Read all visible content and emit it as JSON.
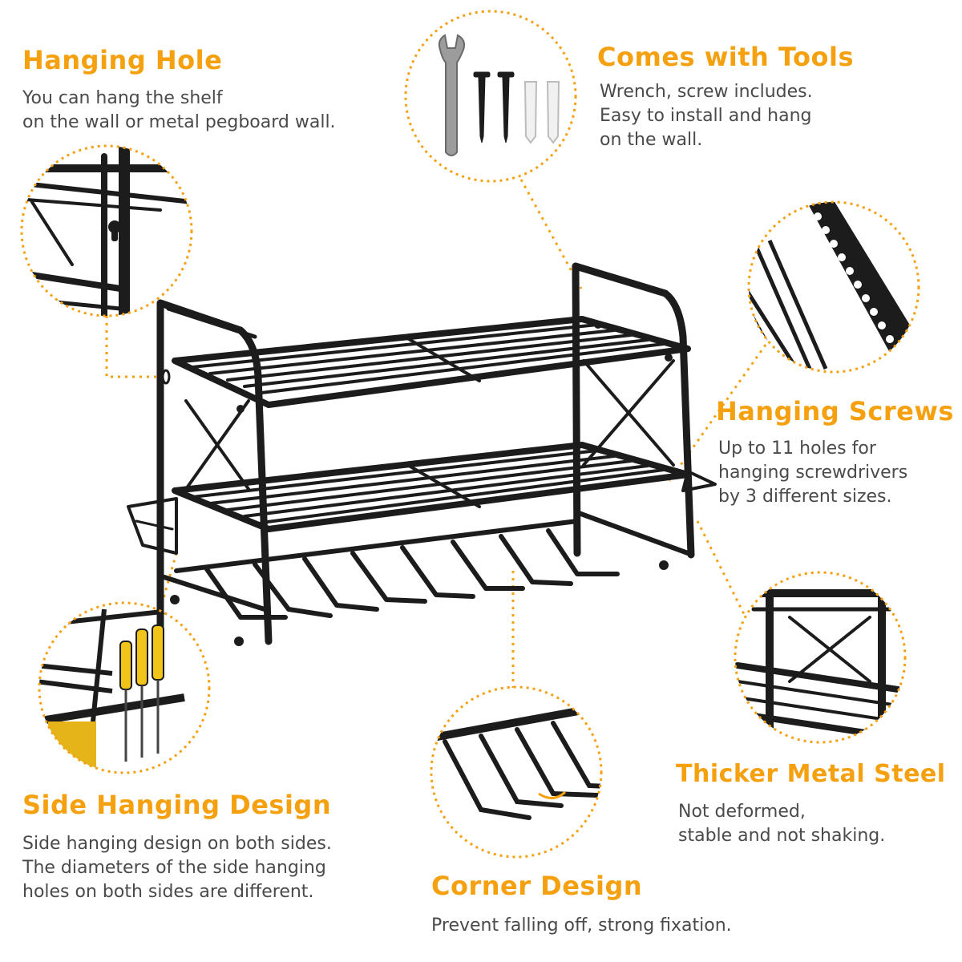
{
  "accent_color": "#f5a00f",
  "metal_color": "#1c1c1c",
  "features": {
    "hanging_hole": {
      "title": "Hanging Hole",
      "lines": [
        "You can hang the shelf",
        "on the wall or metal pegboard wall."
      ]
    },
    "comes_with_tools": {
      "title": "Comes with Tools",
      "lines": [
        "Wrench, screw includes.",
        "Easy to install and hang",
        "on the wall."
      ]
    },
    "hanging_screws": {
      "title": "Hanging Screws",
      "lines": [
        "Up to 11 holes for",
        "hanging screwdrivers",
        "by 3 different sizes."
      ]
    },
    "side_hanging_design": {
      "title": "Side Hanging Design",
      "lines": [
        "Side hanging design on both sides.",
        "The diameters of the side hanging",
        "holes on both sides are different."
      ]
    },
    "corner_design": {
      "title": "Corner Design",
      "lines": [
        "Prevent falling off, strong fixation."
      ]
    },
    "thicker_metal_steel": {
      "title": "Thicker Metal Steel",
      "lines": [
        "Not deformed,",
        "stable and not shaking."
      ]
    }
  }
}
